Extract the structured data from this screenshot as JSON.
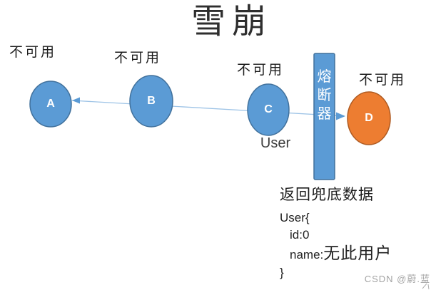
{
  "title": "雪崩",
  "diagram": {
    "unavailable_labels": [
      "不可用",
      "不可用",
      "不可用",
      "不可用"
    ],
    "nodes": [
      {
        "id": "A",
        "label": "A"
      },
      {
        "id": "B",
        "label": "B"
      },
      {
        "id": "C",
        "label": "C"
      },
      {
        "id": "D",
        "label": "D"
      }
    ],
    "user_caption": "User",
    "breaker_label": "熔断器"
  },
  "fallback": {
    "heading": "返回兜底数据",
    "code": {
      "open_line": "User{",
      "id_line": "id:0",
      "name_key": "name:",
      "name_value": "无此用户",
      "close_line": "}"
    }
  },
  "watermark": "CSDN @蔚.蓝",
  "colors": {
    "node_blue": "#5b9bd5",
    "node_blue_border": "#41719c",
    "node_orange": "#ed7d31",
    "node_orange_border": "#ae5a21",
    "connector": "#9dc3e6",
    "arrowhead": "#5b9bd5",
    "corner_mark": "#b0b0b0"
  }
}
